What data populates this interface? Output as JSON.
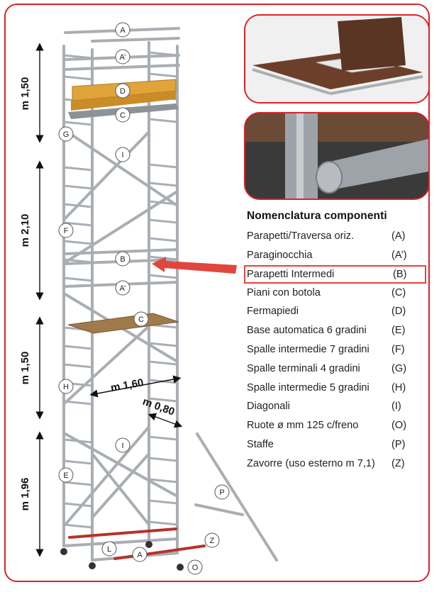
{
  "legend": {
    "title": "Nomenclatura componenti",
    "items": [
      {
        "name": "Parapetti/Traversa oriz.",
        "code": "(A)"
      },
      {
        "name": "Paraginocchia",
        "code": "(A’)"
      },
      {
        "name": "Parapetti Intermedi",
        "code": "(B)"
      },
      {
        "name": "Piani con botola",
        "code": "(C)"
      },
      {
        "name": "Fermapiedi",
        "code": "(D)"
      },
      {
        "name": "Base automatica 6 gradini",
        "code": "(E)"
      },
      {
        "name": "Spalle intermedie 7 gradini",
        "code": "(F)"
      },
      {
        "name": "Spalle terminali 4 gradini",
        "code": "(G)"
      },
      {
        "name": "Spalle intermedie 5 gradini",
        "code": "(H)"
      },
      {
        "name": "Diagonali",
        "code": "(I)"
      },
      {
        "name": "Ruote ø mm 125 c/freno",
        "code": "(O)"
      },
      {
        "name": "Staffe",
        "code": "(P)"
      },
      {
        "name": "Zavorre (uso esterno m 7,1)",
        "code": "(Z)"
      }
    ],
    "highlighted_index": 2
  },
  "dimensions": {
    "h1": "m 1,50",
    "h2": "m 2,10",
    "h3": "m 1,50",
    "h4": "m 1,96",
    "length": "m 1,60",
    "width": "m 0,80"
  },
  "callouts": {
    "A_top": "A",
    "A1_top": "A’",
    "D": "D",
    "C_top": "C",
    "G": "G",
    "I_top": "I",
    "F": "F",
    "B": "B",
    "A1_mid": "A’",
    "C_mid": "C",
    "H": "H",
    "I_low": "I",
    "E": "E",
    "P": "P",
    "Z": "Z",
    "L": "L",
    "A_bottom": "A",
    "O": "O"
  },
  "colors": {
    "frame": "#d8232a",
    "arrow": "#e0463d",
    "tube": "#a9aeb3",
    "toeboard": "#e0a43a",
    "platform": "#a07a4a",
    "ballast": "#b5322a"
  }
}
